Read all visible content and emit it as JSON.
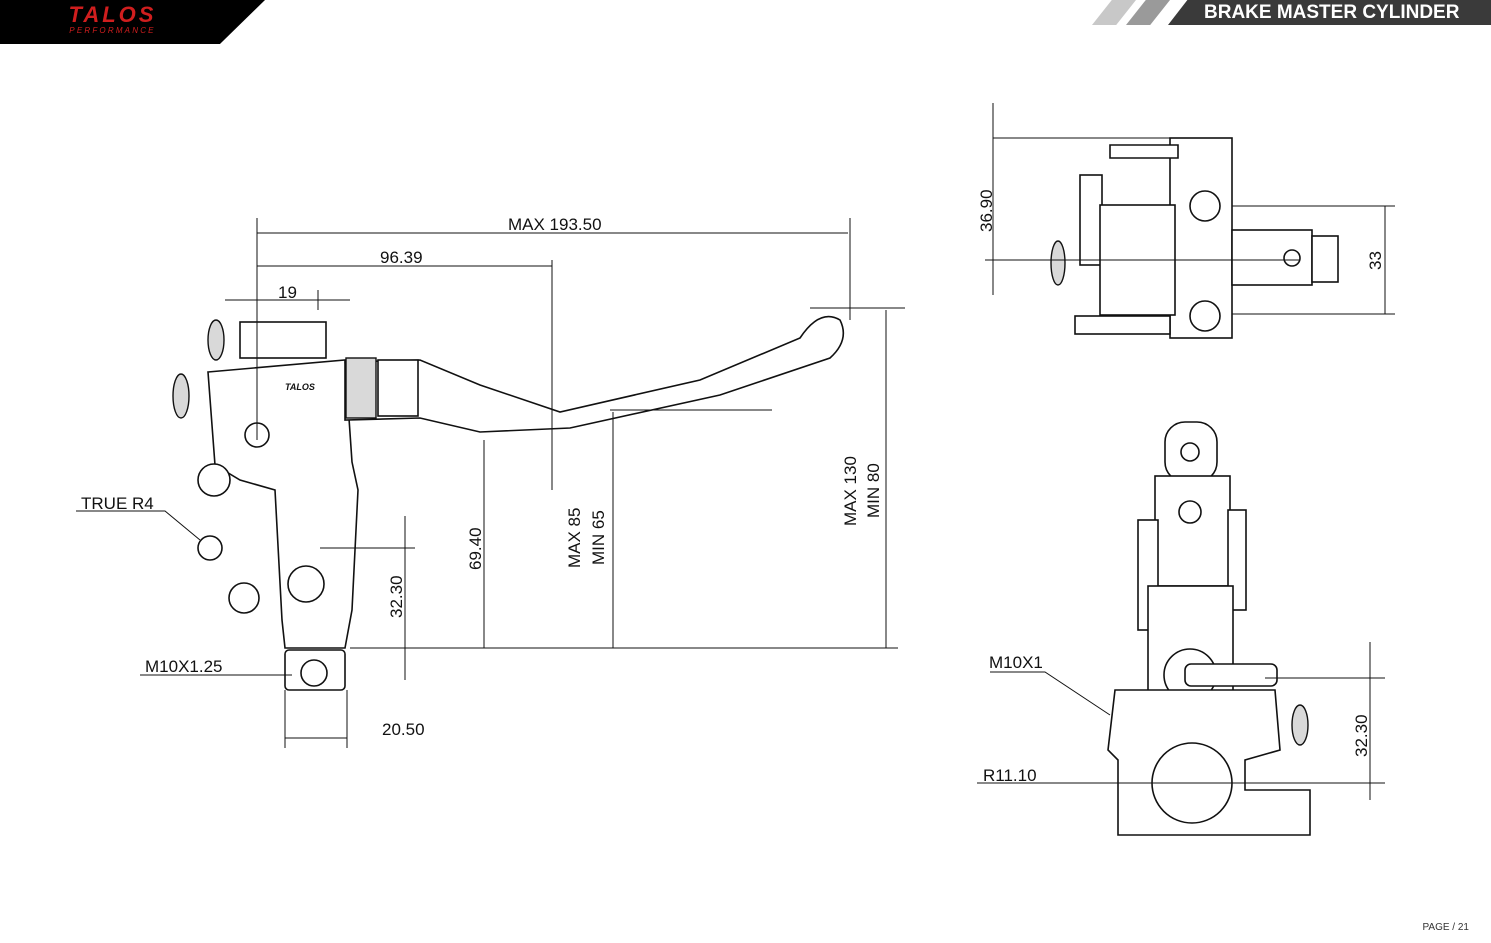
{
  "header": {
    "brand": {
      "line1": "TALOS",
      "line2": "PERFORMANCE",
      "color": "#d01e1e"
    },
    "title": "BRAKE MASTER CYLINDER"
  },
  "footer": {
    "page": "PAGE / 21"
  },
  "side_view": {
    "dims": {
      "max_length": "MAX 193.50",
      "pivot_distance": "96.39",
      "offset_19": "19",
      "true_r4": "TRUE R4",
      "thread": "M10X1.25",
      "width": "20.50",
      "height_3230": "32.30",
      "height_6940": "69.40",
      "reach_max": "MAX 85",
      "reach_min": "MIN 65",
      "tip_max": "MAX 130",
      "tip_min": "MIN 80"
    }
  },
  "top_view": {
    "dims": {
      "d1": "36.90",
      "d2": "33"
    }
  },
  "front_view": {
    "dims": {
      "thread": "M10X1",
      "radius": "R11.10",
      "height": "32.30"
    }
  }
}
